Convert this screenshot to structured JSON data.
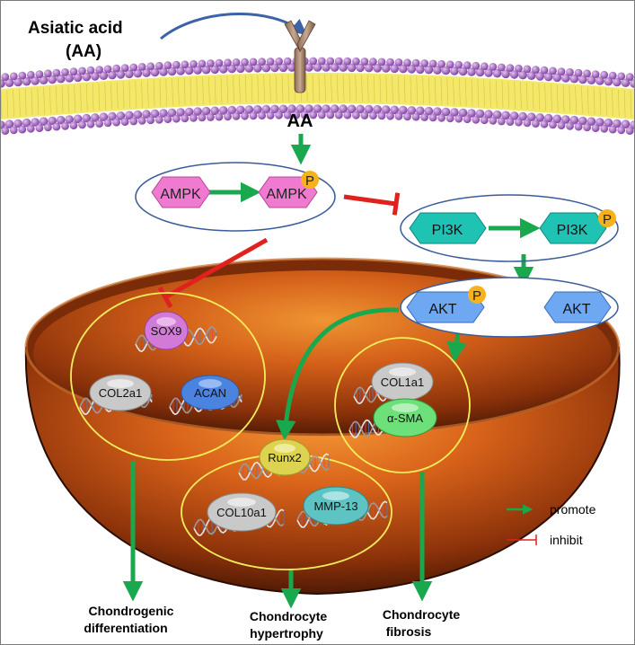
{
  "ligand": {
    "name_line1": "Asiatic acid",
    "name_line2": "(AA)",
    "short": "AA"
  },
  "kinases": {
    "ampk": "AMPK",
    "ampk_p": "AMPK",
    "pi3k": "PI3K",
    "pi3k_p": "PI3K",
    "akt_p": "AKT",
    "akt": "AKT",
    "phospho": "P"
  },
  "genes": {
    "sox9": "SOX9",
    "col2a1": "COL2a1",
    "acan": "ACAN",
    "col1a1": "COL1a1",
    "asma": "α-SMA",
    "runx2": "Runx2",
    "col10a1": "COL10a1",
    "mmp13": "MMP-13"
  },
  "outcomes": {
    "differentiation_1": "Chondrogenic",
    "differentiation_2": "differentiation",
    "hypertrophy_1": "Chondrocyte",
    "hypertrophy_2": "hypertrophy",
    "fibrosis_1": "Chondrocyte",
    "fibrosis_2": "fibrosis"
  },
  "legend": {
    "promote": "promote",
    "inhibit": "inhibit"
  },
  "colors": {
    "promote": "#1aa84f",
    "inhibit": "#e0211d",
    "ampk": "#f07ad0",
    "pi3k": "#1fc3b4",
    "akt": "#6ea8f2",
    "phospho": "#f5b21a",
    "membrane_head": "#9a55b8",
    "membrane_tail": "#f0e05a"
  }
}
